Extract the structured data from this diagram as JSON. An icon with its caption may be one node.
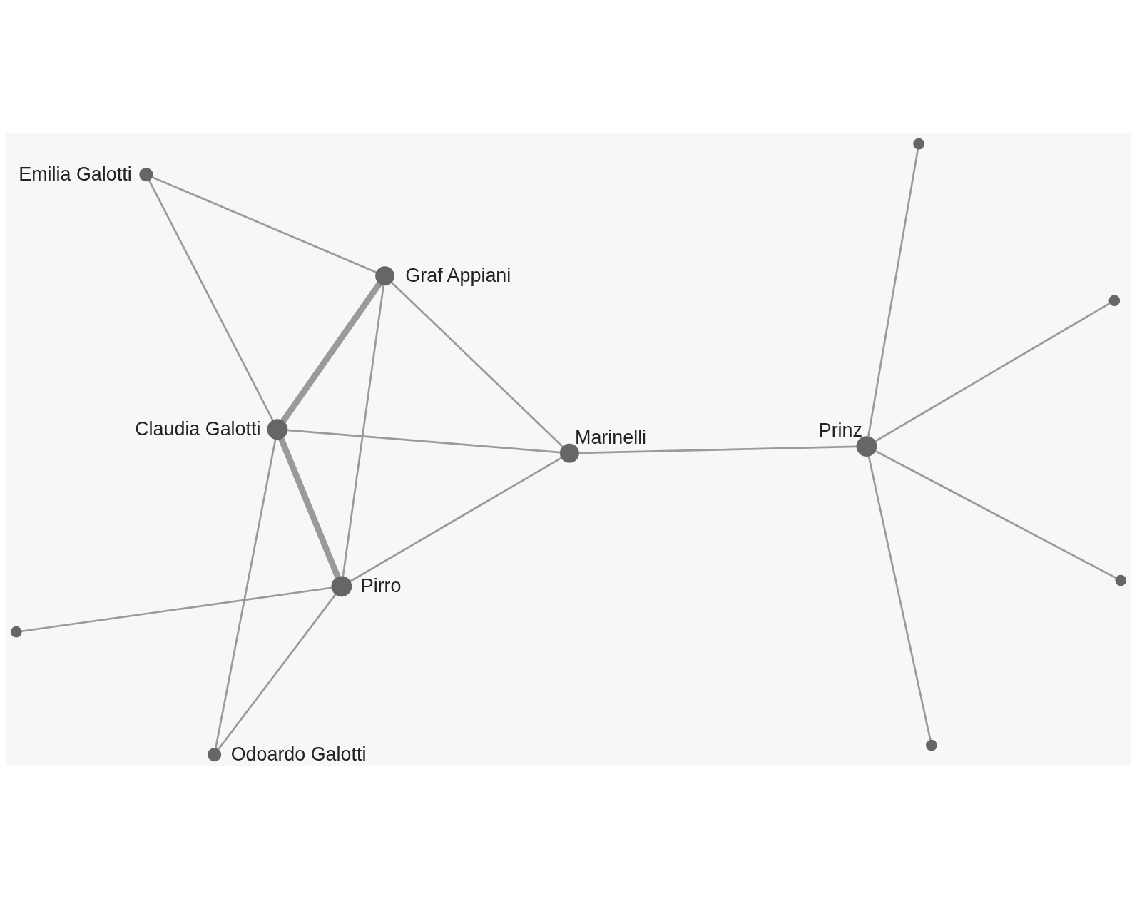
{
  "diagram": {
    "nodes": [
      {
        "text": [
          "Emilia Galotti"
        ]
      },
      {
        "text": [
          "Graf Appiani"
        ]
      },
      {
        "text": [
          "Claudia Galotti"
        ]
      },
      {
        "text": [
          "Pirro"
        ]
      },
      {
        "text": [
          "Marinelli"
        ]
      },
      {
        "text": [
          "Odoardo Galotti"
        ]
      },
      {
        "text": [
          "Prinz"
        ]
      },
      {
        "text": [],
        "shape": "circle"
      },
      {
        "text": [],
        "shape": "circle"
      },
      {
        "text": [],
        "shape": "circle"
      },
      {
        "text": [],
        "shape": "circle"
      },
      {
        "text": [],
        "shape": "circle"
      }
    ],
    "edges": [
      {
        "from": 0,
        "to": 1,
        "arrow": "none"
      },
      {
        "from": 0,
        "to": 2,
        "arrow": "none"
      },
      {
        "from": 1,
        "to": 2,
        "arrow": "none",
        "style": "thick"
      },
      {
        "from": 1,
        "to": 3,
        "arrow": "none"
      },
      {
        "from": 1,
        "to": 4,
        "arrow": "none"
      },
      {
        "from": 2,
        "to": 3,
        "arrow": "none",
        "style": "thick"
      },
      {
        "from": 2,
        "to": 4,
        "arrow": "none"
      },
      {
        "from": 2,
        "to": 5,
        "arrow": "none"
      },
      {
        "from": 3,
        "to": 4,
        "arrow": "none"
      },
      {
        "from": 3,
        "to": 5,
        "arrow": "none"
      },
      {
        "from": 3,
        "to": 9,
        "arrow": "none"
      },
      {
        "from": 4,
        "to": 6,
        "arrow": "none"
      },
      {
        "from": 6,
        "to": 8,
        "arrow": "none"
      },
      {
        "from": 6,
        "to": 10,
        "arrow": "none"
      },
      {
        "from": 6,
        "to": 7,
        "arrow": "none"
      },
      {
        "from": 6,
        "to": 11,
        "arrow": "none"
      }
    ]
  }
}
